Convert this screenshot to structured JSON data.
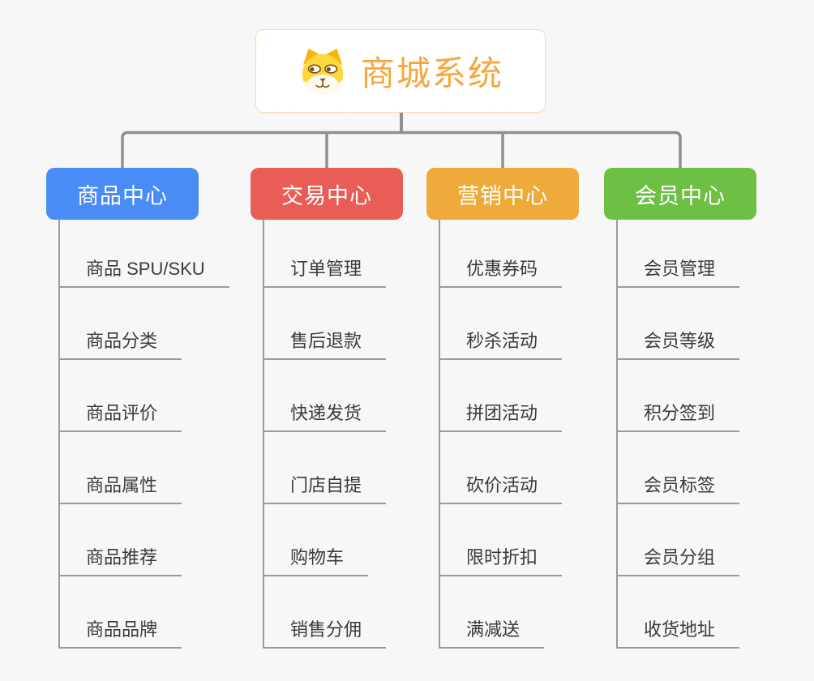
{
  "page": {
    "background": "#f7f7f7"
  },
  "colors": {
    "root_accent": "#f5a73e",
    "root_border": "#f0b566",
    "connector": "#8f8f8f",
    "underline": "#9b9b9b",
    "leaf_text": "#3a3a3a"
  },
  "root": {
    "title": "商城系统",
    "icon": "dog-face-icon"
  },
  "branches": [
    {
      "label": "商品中心",
      "color": "#4a8cf5",
      "items": [
        "商品 SPU/SKU",
        "商品分类",
        "商品评价",
        "商品属性",
        "商品推荐",
        "商品品牌"
      ]
    },
    {
      "label": "交易中心",
      "color": "#e95d57",
      "items": [
        "订单管理",
        "售后退款",
        "快递发货",
        "门店自提",
        "购物车",
        "销售分佣"
      ]
    },
    {
      "label": "营销中心",
      "color": "#efaa3c",
      "items": [
        "优惠券码",
        "秒杀活动",
        "拼团活动",
        "砍价活动",
        "限时折扣",
        "满减送"
      ]
    },
    {
      "label": "会员中心",
      "color": "#6ec044",
      "items": [
        "会员管理",
        "会员等级",
        "积分签到",
        "会员标签",
        "会员分组",
        "收货地址"
      ]
    }
  ]
}
